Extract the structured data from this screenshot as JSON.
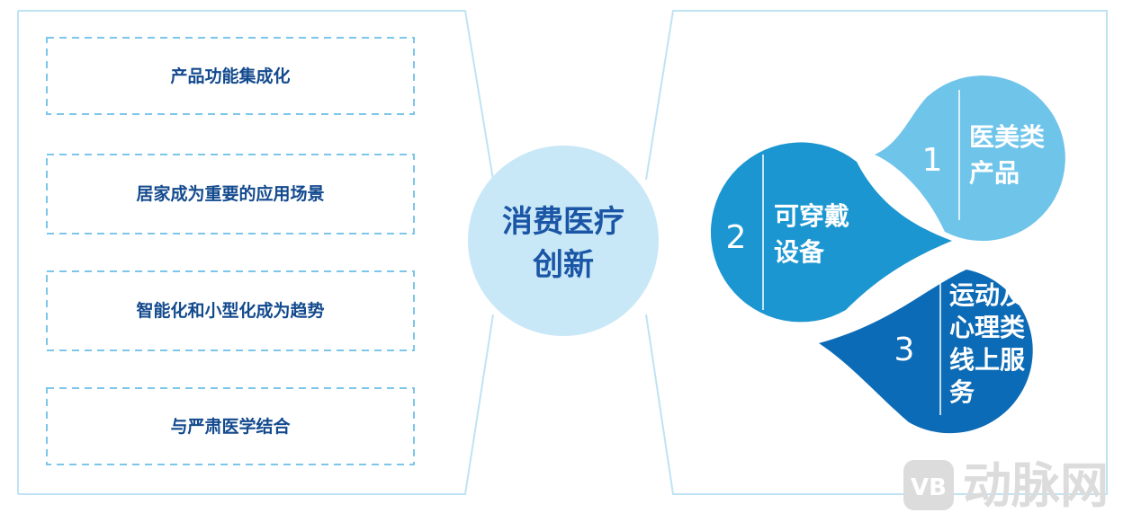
{
  "center": {
    "line1": "消费医疗",
    "line2": "创新"
  },
  "trends": [
    {
      "label": "产品功能集成化"
    },
    {
      "label": "居家成为重要的应用场景"
    },
    {
      "label": "智能化和小型化成为趋势"
    },
    {
      "label": "与严肃医学结合"
    }
  ],
  "categories": [
    {
      "number": "1",
      "lines": [
        "医美类",
        "产品"
      ]
    },
    {
      "number": "2",
      "lines": [
        "可穿戴",
        "设备"
      ]
    },
    {
      "number": "3",
      "lines": [
        "运动及",
        "心理类",
        "线上服",
        "务"
      ]
    }
  ],
  "watermark": {
    "logo_letters": "VB",
    "text": "动脉网"
  },
  "colors": {
    "frame": "#bfe3f4",
    "dash": "#7cc6ea",
    "center_fill": "#c9e8f7",
    "drop1": "#6fc4ea",
    "drop2": "#1c96d1",
    "drop3": "#0c6bb6",
    "text_dark": "#134a8e",
    "text_center": "#1a55a6"
  }
}
